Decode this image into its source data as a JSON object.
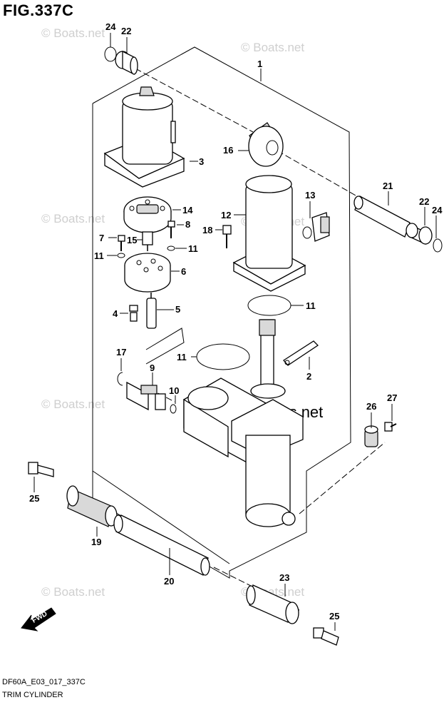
{
  "figure": {
    "title": "FIG.337C",
    "code": "DF60A_E03_017_337C",
    "name": "TRIM CYLINDER"
  },
  "watermark": {
    "small": "© Boats.net",
    "large": "© Boats.net"
  },
  "fwd_label": "FWD",
  "callouts": [
    {
      "id": "c1",
      "label": "1"
    },
    {
      "id": "c2",
      "label": "2"
    },
    {
      "id": "c3",
      "label": "3"
    },
    {
      "id": "c4",
      "label": "4"
    },
    {
      "id": "c5",
      "label": "5"
    },
    {
      "id": "c6",
      "label": "6"
    },
    {
      "id": "c7",
      "label": "7"
    },
    {
      "id": "c8",
      "label": "8"
    },
    {
      "id": "c9",
      "label": "9"
    },
    {
      "id": "c10",
      "label": "10"
    },
    {
      "id": "c11a",
      "label": "11"
    },
    {
      "id": "c11b",
      "label": "11"
    },
    {
      "id": "c11c",
      "label": "11"
    },
    {
      "id": "c11d",
      "label": "11"
    },
    {
      "id": "c12",
      "label": "12"
    },
    {
      "id": "c13",
      "label": "13"
    },
    {
      "id": "c14",
      "label": "14"
    },
    {
      "id": "c15",
      "label": "15"
    },
    {
      "id": "c16",
      "label": "16"
    },
    {
      "id": "c17",
      "label": "17"
    },
    {
      "id": "c18",
      "label": "18"
    },
    {
      "id": "c19",
      "label": "19"
    },
    {
      "id": "c20",
      "label": "20"
    },
    {
      "id": "c21",
      "label": "21"
    },
    {
      "id": "c22a",
      "label": "22"
    },
    {
      "id": "c22b",
      "label": "22"
    },
    {
      "id": "c23",
      "label": "23"
    },
    {
      "id": "c24a",
      "label": "24"
    },
    {
      "id": "c24b",
      "label": "24"
    },
    {
      "id": "c25a",
      "label": "25"
    },
    {
      "id": "c25b",
      "label": "25"
    },
    {
      "id": "c26",
      "label": "26"
    },
    {
      "id": "c27",
      "label": "27"
    }
  ]
}
